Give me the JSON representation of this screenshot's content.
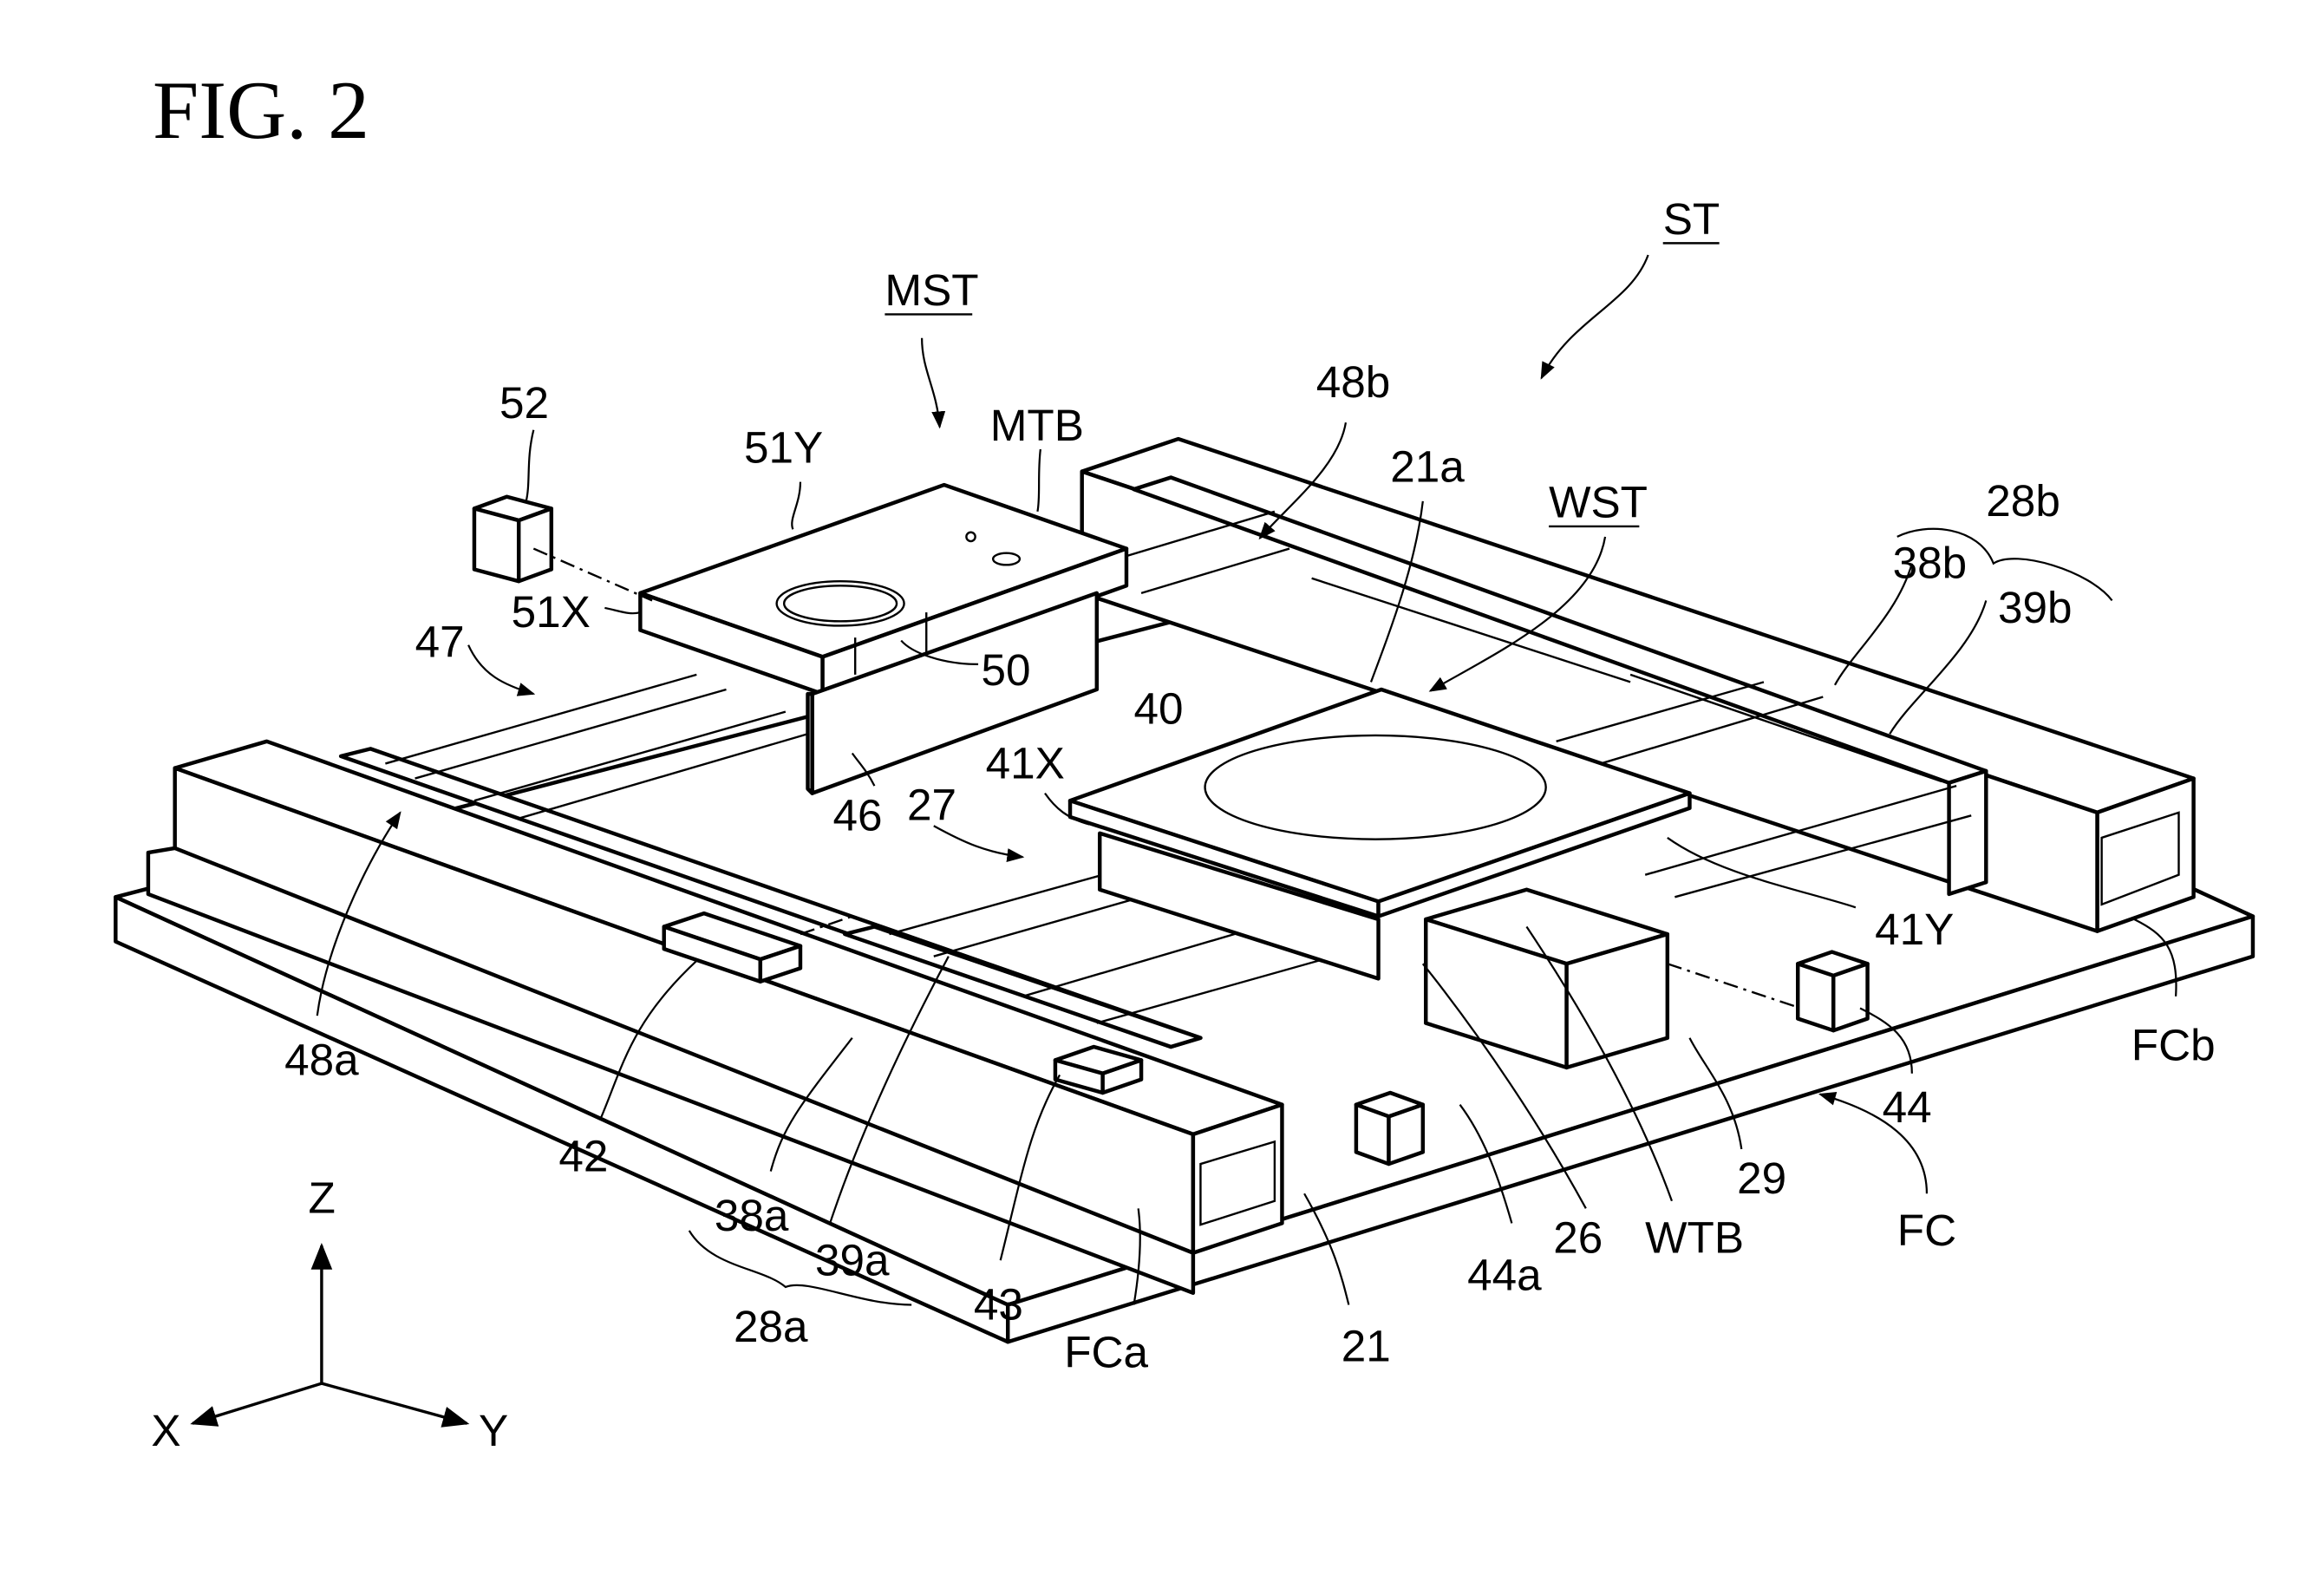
{
  "figure": {
    "title": "FIG. 2",
    "assembly_labels": {
      "stage_unit": "ST",
      "measurement_stage": "MST",
      "wafer_stage": "WST"
    },
    "reference_labels": [
      {
        "id": "52",
        "text": "52"
      },
      {
        "id": "51Y",
        "text": "51Y"
      },
      {
        "id": "MTB",
        "text": "MTB"
      },
      {
        "id": "51X",
        "text": "51X"
      },
      {
        "id": "47",
        "text": "47"
      },
      {
        "id": "50",
        "text": "50"
      },
      {
        "id": "48b",
        "text": "48b"
      },
      {
        "id": "21a",
        "text": "21a"
      },
      {
        "id": "28b",
        "text": "28b"
      },
      {
        "id": "38b",
        "text": "38b"
      },
      {
        "id": "39b",
        "text": "39b"
      },
      {
        "id": "40",
        "text": "40"
      },
      {
        "id": "41X",
        "text": "41X"
      },
      {
        "id": "27",
        "text": "27"
      },
      {
        "id": "46",
        "text": "46"
      },
      {
        "id": "41Y",
        "text": "41Y"
      },
      {
        "id": "FCb",
        "text": "FCb"
      },
      {
        "id": "44",
        "text": "44"
      },
      {
        "id": "48a",
        "text": "48a"
      },
      {
        "id": "42",
        "text": "42"
      },
      {
        "id": "29",
        "text": "29"
      },
      {
        "id": "FC",
        "text": "FC"
      },
      {
        "id": "38a",
        "text": "38a"
      },
      {
        "id": "39a",
        "text": "39a"
      },
      {
        "id": "28a",
        "text": "28a"
      },
      {
        "id": "43",
        "text": "43"
      },
      {
        "id": "FCa",
        "text": "FCa"
      },
      {
        "id": "21",
        "text": "21"
      },
      {
        "id": "44a",
        "text": "44a"
      },
      {
        "id": "26",
        "text": "26"
      },
      {
        "id": "WTB",
        "text": "WTB"
      }
    ],
    "axes": {
      "z": "Z",
      "x": "X",
      "y": "Y"
    }
  }
}
